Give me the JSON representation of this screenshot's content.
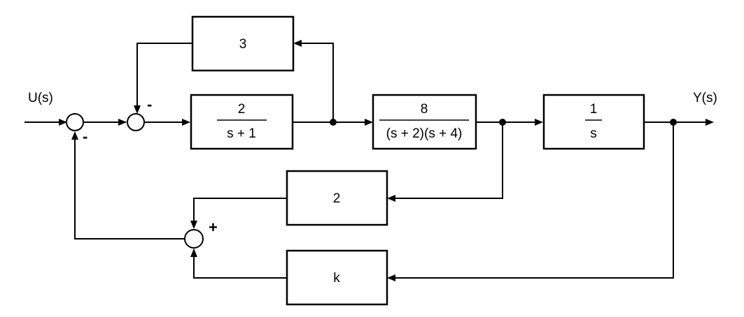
{
  "signals": {
    "input": "U(s)",
    "output": "Y(s)"
  },
  "blocks": {
    "inner_feedback": {
      "text": "3"
    },
    "first": {
      "numerator": "2",
      "denominator": "s + 1"
    },
    "second": {
      "numerator": "8",
      "denominator": "(s + 2)(s + 4)"
    },
    "integrator": {
      "numerator": "1",
      "denominator": "s"
    },
    "feedback_two": {
      "text": "2"
    },
    "feedback_k": {
      "text": "k"
    }
  },
  "summing_junctions": {
    "outer": {
      "signs": [
        "-"
      ]
    },
    "inner": {
      "signs": [
        "-"
      ]
    },
    "feedback": {
      "signs": [
        "+"
      ]
    }
  }
}
